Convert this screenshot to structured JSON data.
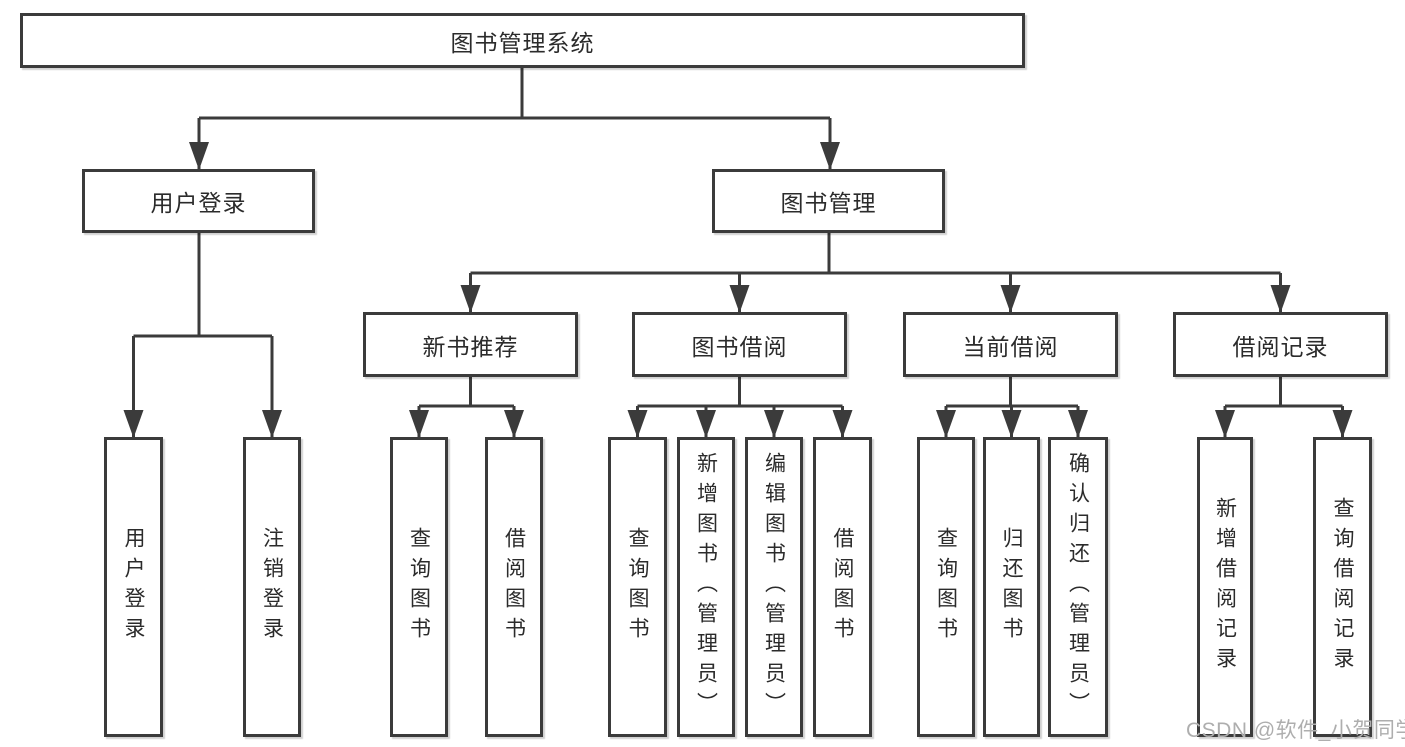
{
  "diagram": {
    "root_label": "图书管理系统",
    "branches": [
      {
        "label": "用户登录",
        "children": [
          "用户登录",
          "注销登录"
        ]
      },
      {
        "label": "图书管理",
        "groups": [
          {
            "label": "新书推荐",
            "children": [
              "查询图书",
              "借阅图书"
            ]
          },
          {
            "label": "图书借阅",
            "children": [
              "查询图书",
              "新增图书（管理员）",
              "编辑图书（管理员）",
              "借阅图书"
            ]
          },
          {
            "label": "当前借阅",
            "children": [
              "查询图书",
              "归还图书",
              "确认归还（管理员）"
            ]
          },
          {
            "label": "借阅记录",
            "children": [
              "新增借阅记录",
              "查询借阅记录"
            ]
          }
        ]
      }
    ]
  },
  "watermark": {
    "text": "CSDN @软件_小贺同学"
  },
  "colors": {
    "line": "#3b3b3b",
    "text": "#2b2b2b",
    "watermark": "#aeaeae",
    "background": "#ffffff"
  }
}
